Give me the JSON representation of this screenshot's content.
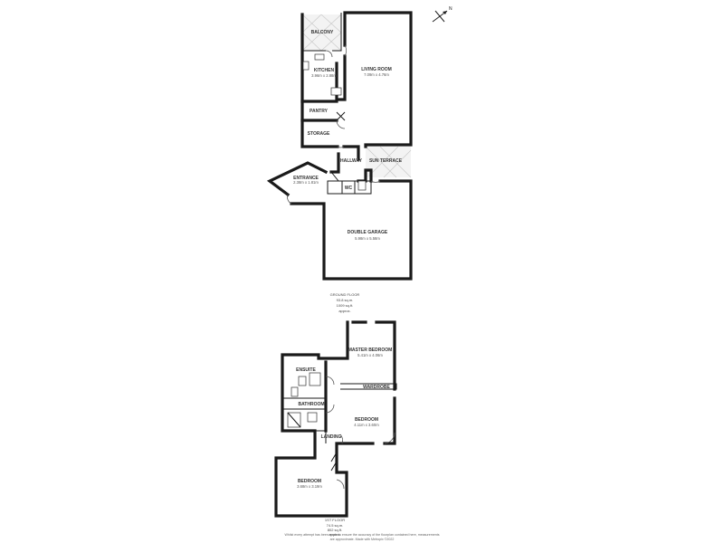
{
  "ground_floor": {
    "rooms": {
      "balcony": {
        "label": "BALCONY"
      },
      "kitchen": {
        "label": "KITCHEN",
        "dims": "3.96m x 2.88m"
      },
      "living_room": {
        "label": "LIVING ROOM",
        "dims": "7.09m x 4.76m"
      },
      "pantry": {
        "label": "PANTRY"
      },
      "storage": {
        "label": "STORAGE"
      },
      "hallway": {
        "label": "HALLWAY"
      },
      "sun_terrace": {
        "label": "SUN TERRACE"
      },
      "entrance": {
        "label": "ENTRANCE",
        "dims": "2.38m x 1.81m"
      },
      "wc": {
        "label": "WC"
      },
      "double_garage": {
        "label": "DOUBLE GARAGE",
        "dims": "5.98m x 5.58m"
      }
    },
    "summary": {
      "name": "GROUND FLOOR",
      "area_m": "93.8 sq.m.",
      "area_ft": "1009 sq.ft.",
      "approx": "approx."
    }
  },
  "first_floor": {
    "rooms": {
      "master_bedroom": {
        "label": "MASTER BEDROOM",
        "dims": "5.41m x 4.06m"
      },
      "ensuite": {
        "label": "ENSUITE"
      },
      "wardrobe": {
        "label": "WARDROBE"
      },
      "bathroom": {
        "label": "BATHROOM"
      },
      "bedroom": {
        "label": "BEDROOM",
        "dims": "4.11m x 3.60m"
      },
      "landing": {
        "label": "LANDING"
      },
      "bedroom_3": {
        "label": "BEDROOM",
        "dims": "3.68m x 3.19m"
      }
    },
    "summary": {
      "name": "1ST FLOOR",
      "area_m": "74.5 sq.m.",
      "area_ft": "802 sq.ft.",
      "approx": "approx."
    }
  },
  "disclaimer": {
    "line1": "Whilst every attempt has been made to ensure the accuracy of the floorplan contained here, measurements",
    "line2": "are approximate. Made with Metropix ©2022"
  },
  "compass": {
    "label": "N"
  }
}
